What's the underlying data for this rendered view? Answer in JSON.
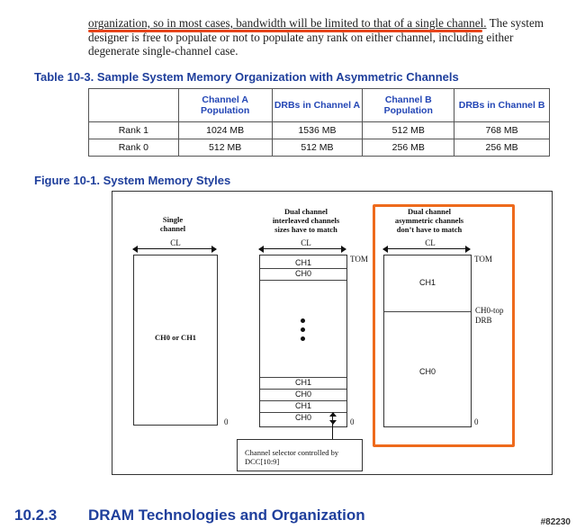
{
  "paragraph": {
    "line1": "organization, so in most cases, bandwidth will be limited to that of a single channel.",
    "line1_rest": " The system",
    "line2": "designer is free to populate or not to populate any rank on either channel, including either",
    "line3": "degenerate single-channel case."
  },
  "table_caption": "Table 10-3. Sample System Memory Organization with Asymmetric Channels",
  "table": {
    "headers": [
      "",
      "Channel A Population",
      "DRBs in Channel A",
      "Channel B Population",
      "DRBs in Channel B"
    ],
    "rows": [
      [
        "Rank 1",
        "1024 MB",
        "1536 MB",
        "512 MB",
        "768 MB"
      ],
      [
        "Rank 0",
        "512 MB",
        "512 MB",
        "256 MB",
        "256 MB"
      ]
    ]
  },
  "figure_caption": "Figure 10-1. System Memory Styles",
  "figure": {
    "single": {
      "header_line1": "Single",
      "header_line2": "channel",
      "cl": "CL",
      "body": "CH0 or CH1",
      "zero": "0"
    },
    "interleaved": {
      "header_line1": "Dual channel",
      "header_line2": "interleaved channels",
      "header_line3": "sizes have to match",
      "cl": "CL",
      "tom": "TOM",
      "top_segments": [
        "CH1",
        "CH0"
      ],
      "bottom_segments": [
        "CH1",
        "CH0",
        "CH1",
        "CH0"
      ],
      "zero": "0",
      "callout_line1": "Channel selector controlled by",
      "callout_line2": "DCC[10:9]"
    },
    "asymmetric": {
      "header_line1": "Dual channel",
      "header_line2": "asymmetric channels",
      "header_line3": "don’t have to match",
      "cl": "CL",
      "tom": "TOM",
      "upper": "CH1",
      "lower": "CH0",
      "drb_line1": "CH0-top",
      "drb_line2": "DRB",
      "zero": "0"
    }
  },
  "section": {
    "number": "10.2.3",
    "title": "DRAM Technologies and Organization"
  },
  "watermark": "#82230",
  "colors": {
    "heading_blue": "#1f3f9c",
    "header_blue": "#2346b5",
    "highlight_orange": "#ee6a1c",
    "underline_red": "#e8451c"
  }
}
